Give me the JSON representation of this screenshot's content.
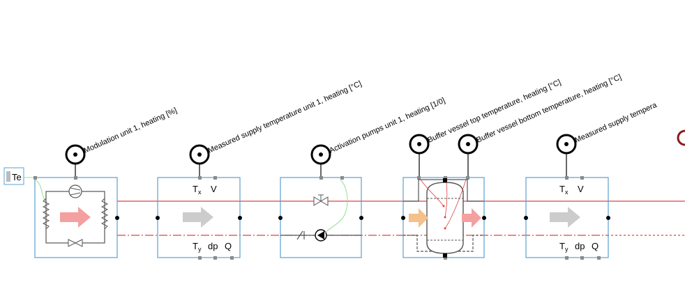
{
  "sensors": [
    {
      "label": "Modulation unit 1, heating [%]"
    },
    {
      "label": "Measured supply temperature unit 1, heating [°C]"
    },
    {
      "label": "Activation pumps unit 1, heating [1/0]"
    },
    {
      "label": "Buffer vessel top temperature, heating [°C]"
    },
    {
      "label": "Buffer vessel bottom temperature, heating [°C]"
    },
    {
      "label": "Measured supply tempera"
    }
  ],
  "te_label": "Te",
  "meter_symbols": {
    "tx": "T",
    "tx_sub": "x",
    "v": "V",
    "ty": "T",
    "ty_sub": "y",
    "dp": "dp",
    "q": "Q"
  },
  "colors": {
    "block_border": "#5aa0d0",
    "supply_line": "#e04040",
    "return_line": "#e04040",
    "arrow_hot": "#f4a0a0",
    "arrow_neutral": "#cccccc",
    "arrow_mixed": "#f5c08a",
    "signal_line": "#90e090",
    "sensor_ring": "#000000",
    "port": "#8a8a8a"
  },
  "icons": [
    "compressor-icon",
    "valve-icon",
    "pump-icon",
    "check-valve-icon",
    "buffer-vessel-icon",
    "temperature-sensor-icon"
  ]
}
